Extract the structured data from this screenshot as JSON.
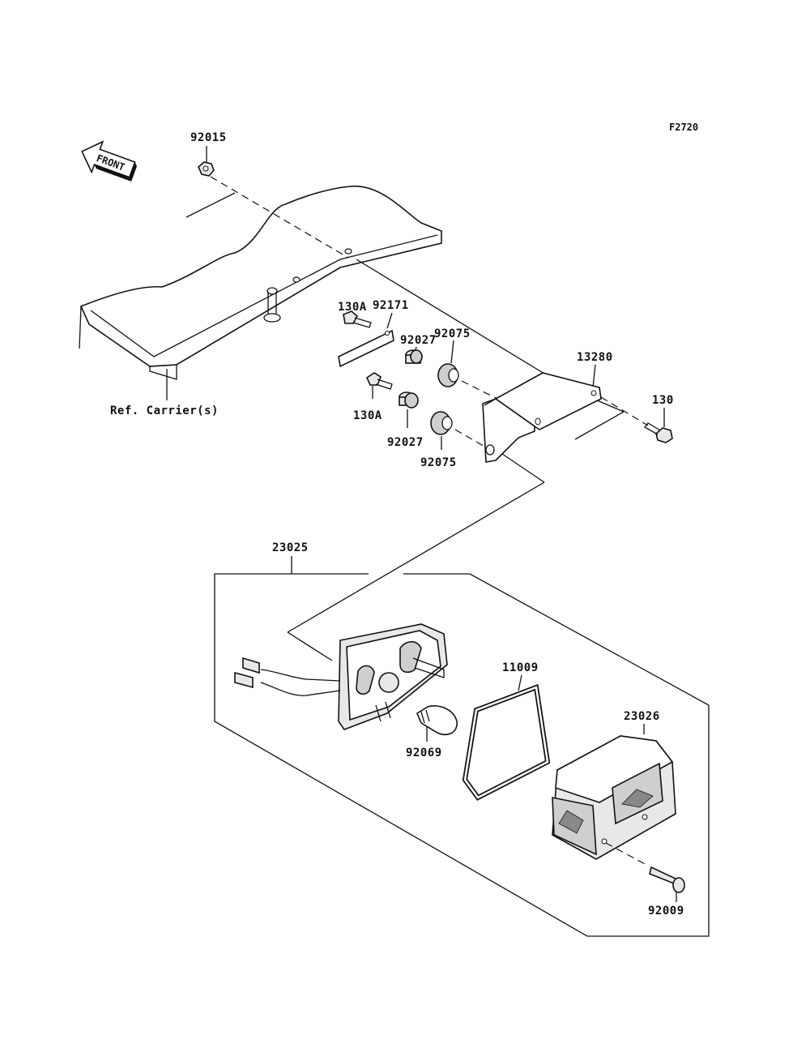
{
  "diagram_code": "F2720",
  "orientation_marker": {
    "text": "FRONT",
    "icon": "front-arrow-icon"
  },
  "reference": "Ref. Carrier(s)",
  "parts": {
    "p92015": "92015",
    "p130A_top": "130A",
    "p92171": "92171",
    "p92027_top": "92027",
    "p92075_top": "92075",
    "p13280": "13280",
    "p130": "130",
    "p130A_bottom": "130A",
    "p92027_bottom": "92027",
    "p92075_bottom": "92075",
    "p23025": "23025",
    "p11009": "11009",
    "p23026": "23026",
    "p92069": "92069",
    "p92009": "92009"
  }
}
